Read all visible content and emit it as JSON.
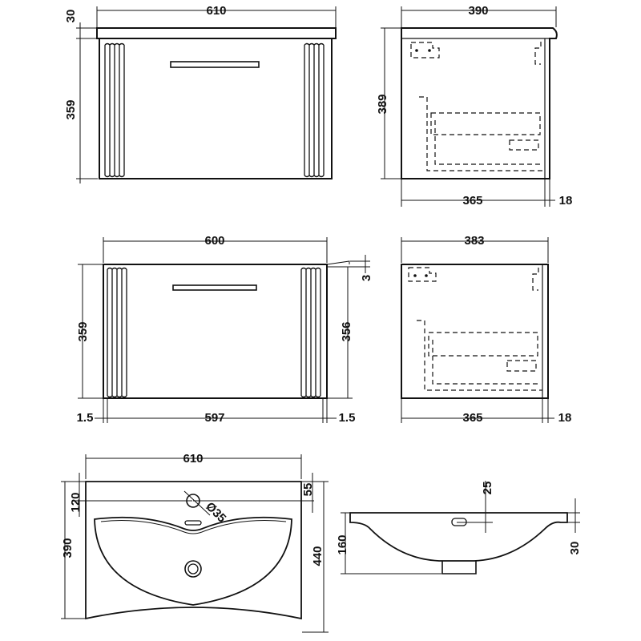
{
  "front_with_top": {
    "width": "610",
    "top_thickness": "30",
    "height": "359"
  },
  "side_with_top": {
    "depth": "390",
    "height": "389",
    "body_depth": "365",
    "door_depth": "18"
  },
  "front_unit": {
    "width": "600",
    "height_left": "359",
    "height_right": "356",
    "gap": "3",
    "left_margin": "1.5",
    "door_width": "597",
    "right_margin": "1.5"
  },
  "side_unit": {
    "depth": "383",
    "body_depth": "365",
    "door_depth": "18"
  },
  "basin_plan": {
    "width": "610",
    "tap_offset": "120",
    "depth": "390",
    "overall_depth": "440",
    "side_offset": "55",
    "tap_hole": "Ø35"
  },
  "basin_section": {
    "depth": "160",
    "rim_thickness": "30",
    "overflow_offset": "25"
  }
}
